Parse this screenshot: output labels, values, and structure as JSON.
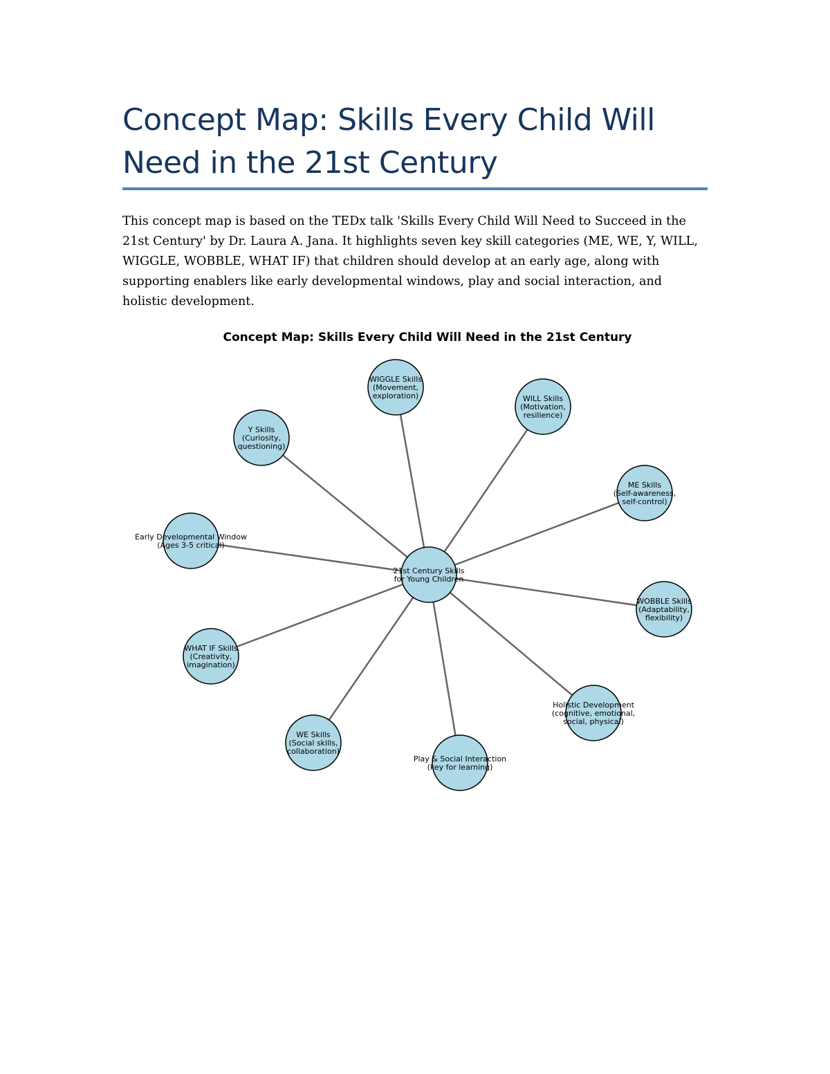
{
  "document": {
    "title": "Concept Map: Skills Every Child Will Need in the 21st Century",
    "intro": "This concept map is based on the TEDx talk 'Skills Every Child Will Need to Succeed in the 21st Century' by Dr. Laura A. Jana. It highlights seven key skill categories (ME, WE, Y, WILL, WIGGLE, WOBBLE, WHAT IF) that children should develop at an early age, along with supporting enablers like early developmental windows, play and social interaction, and holistic development."
  },
  "concept_map": {
    "title": "Concept Map: Skills Every Child Will Need in the 21st Century",
    "node_color": "#add8e6",
    "edge_color": "#666666",
    "title_color": "#17365d",
    "rule_color": "#4f81bd",
    "center": {
      "id": "center",
      "lines": [
        "21st Century Skills",
        "for Young Children"
      ]
    },
    "nodes": [
      {
        "id": "wiggle",
        "lines": [
          "WIGGLE Skills",
          "(Movement,",
          "exploration)"
        ]
      },
      {
        "id": "will",
        "lines": [
          "WILL Skills",
          "(Motivation,",
          "resilience)"
        ]
      },
      {
        "id": "y",
        "lines": [
          "Y Skills",
          "(Curiosity,",
          "questioning)"
        ]
      },
      {
        "id": "me",
        "lines": [
          "ME Skills",
          "(Self-awareness,",
          "self-control)"
        ]
      },
      {
        "id": "early",
        "lines": [
          "Early Developmental Window",
          "(Ages 3-5 critical)"
        ]
      },
      {
        "id": "wobble",
        "lines": [
          "WOBBLE Skills",
          "(Adaptability,",
          "flexibility)"
        ]
      },
      {
        "id": "whatif",
        "lines": [
          "WHAT IF Skills",
          "(Creativity,",
          "imagination)"
        ]
      },
      {
        "id": "holistic",
        "lines": [
          "Holistic Development",
          "(cognitive, emotional,",
          "social, physical)"
        ]
      },
      {
        "id": "we",
        "lines": [
          "WE Skills",
          "(Social skills,",
          "collaboration)"
        ]
      },
      {
        "id": "play",
        "lines": [
          "Play & Social Interaction",
          "(key for learning)"
        ]
      }
    ]
  }
}
